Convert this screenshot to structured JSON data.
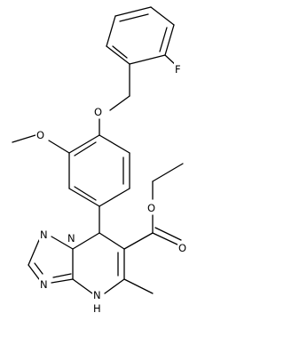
{
  "molecule": {
    "atoms": {
      "F": "F",
      "O_ether": "O",
      "O_methoxy": "O",
      "O_ester": "O",
      "O_carbonyl": "O",
      "N_1": "N",
      "N_2": "N",
      "N_3": "N",
      "NH": "N",
      "H": "H"
    },
    "colors": {
      "ink": "#000000",
      "background": "#ffffff"
    }
  }
}
